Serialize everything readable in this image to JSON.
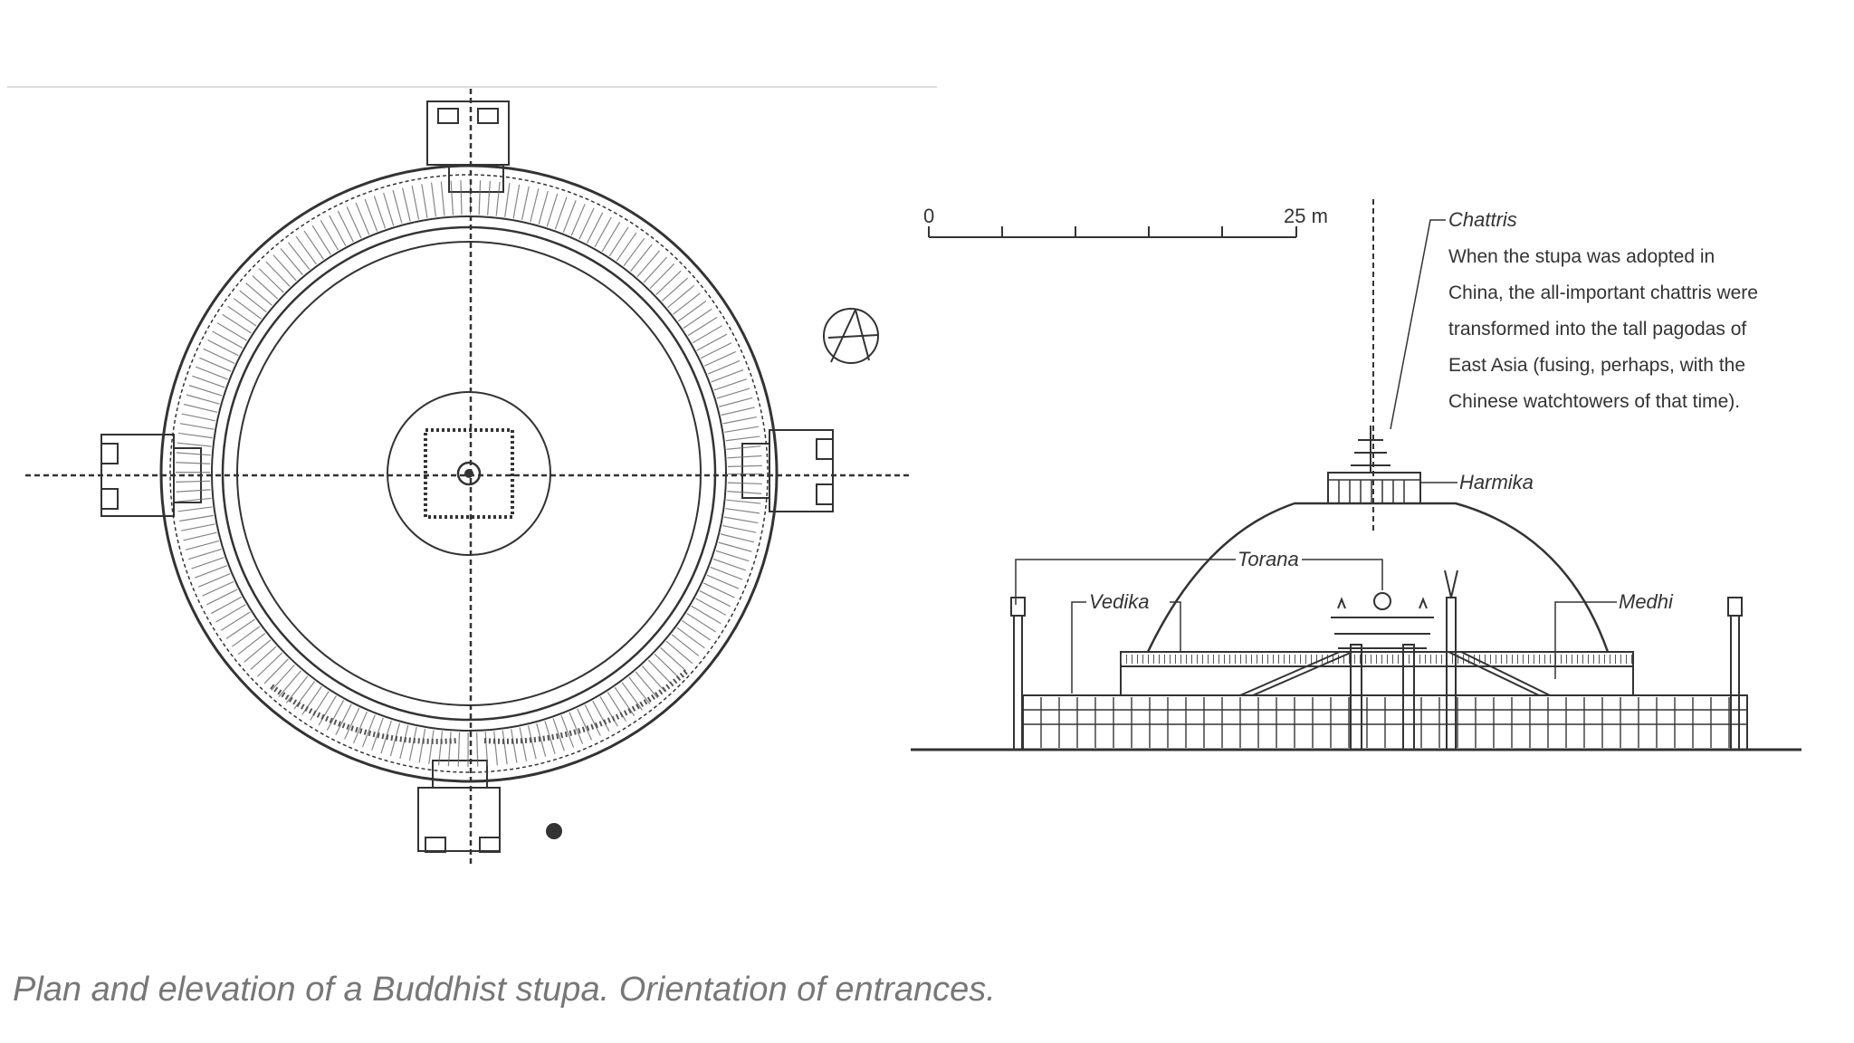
{
  "scale_bar": {
    "start_label": "0",
    "end_label": "25 m"
  },
  "labels": {
    "chattris": "Chattris",
    "harmika": "Harmika",
    "torana": "Torana",
    "vedika": "Vedika",
    "medhi": "Medhi"
  },
  "note": {
    "lines": [
      "When the stupa was adopted in",
      "China, the all-important chattris were",
      "transformed into the tall pagodas of",
      "East Asia (fusing, perhaps, with the",
      "Chinese watchtowers of that time)."
    ]
  },
  "caption": "Plan and elevation of a Buddhist stupa. Orientation of entrances.",
  "colors": {
    "ink": "#333333",
    "caption": "#777777"
  }
}
